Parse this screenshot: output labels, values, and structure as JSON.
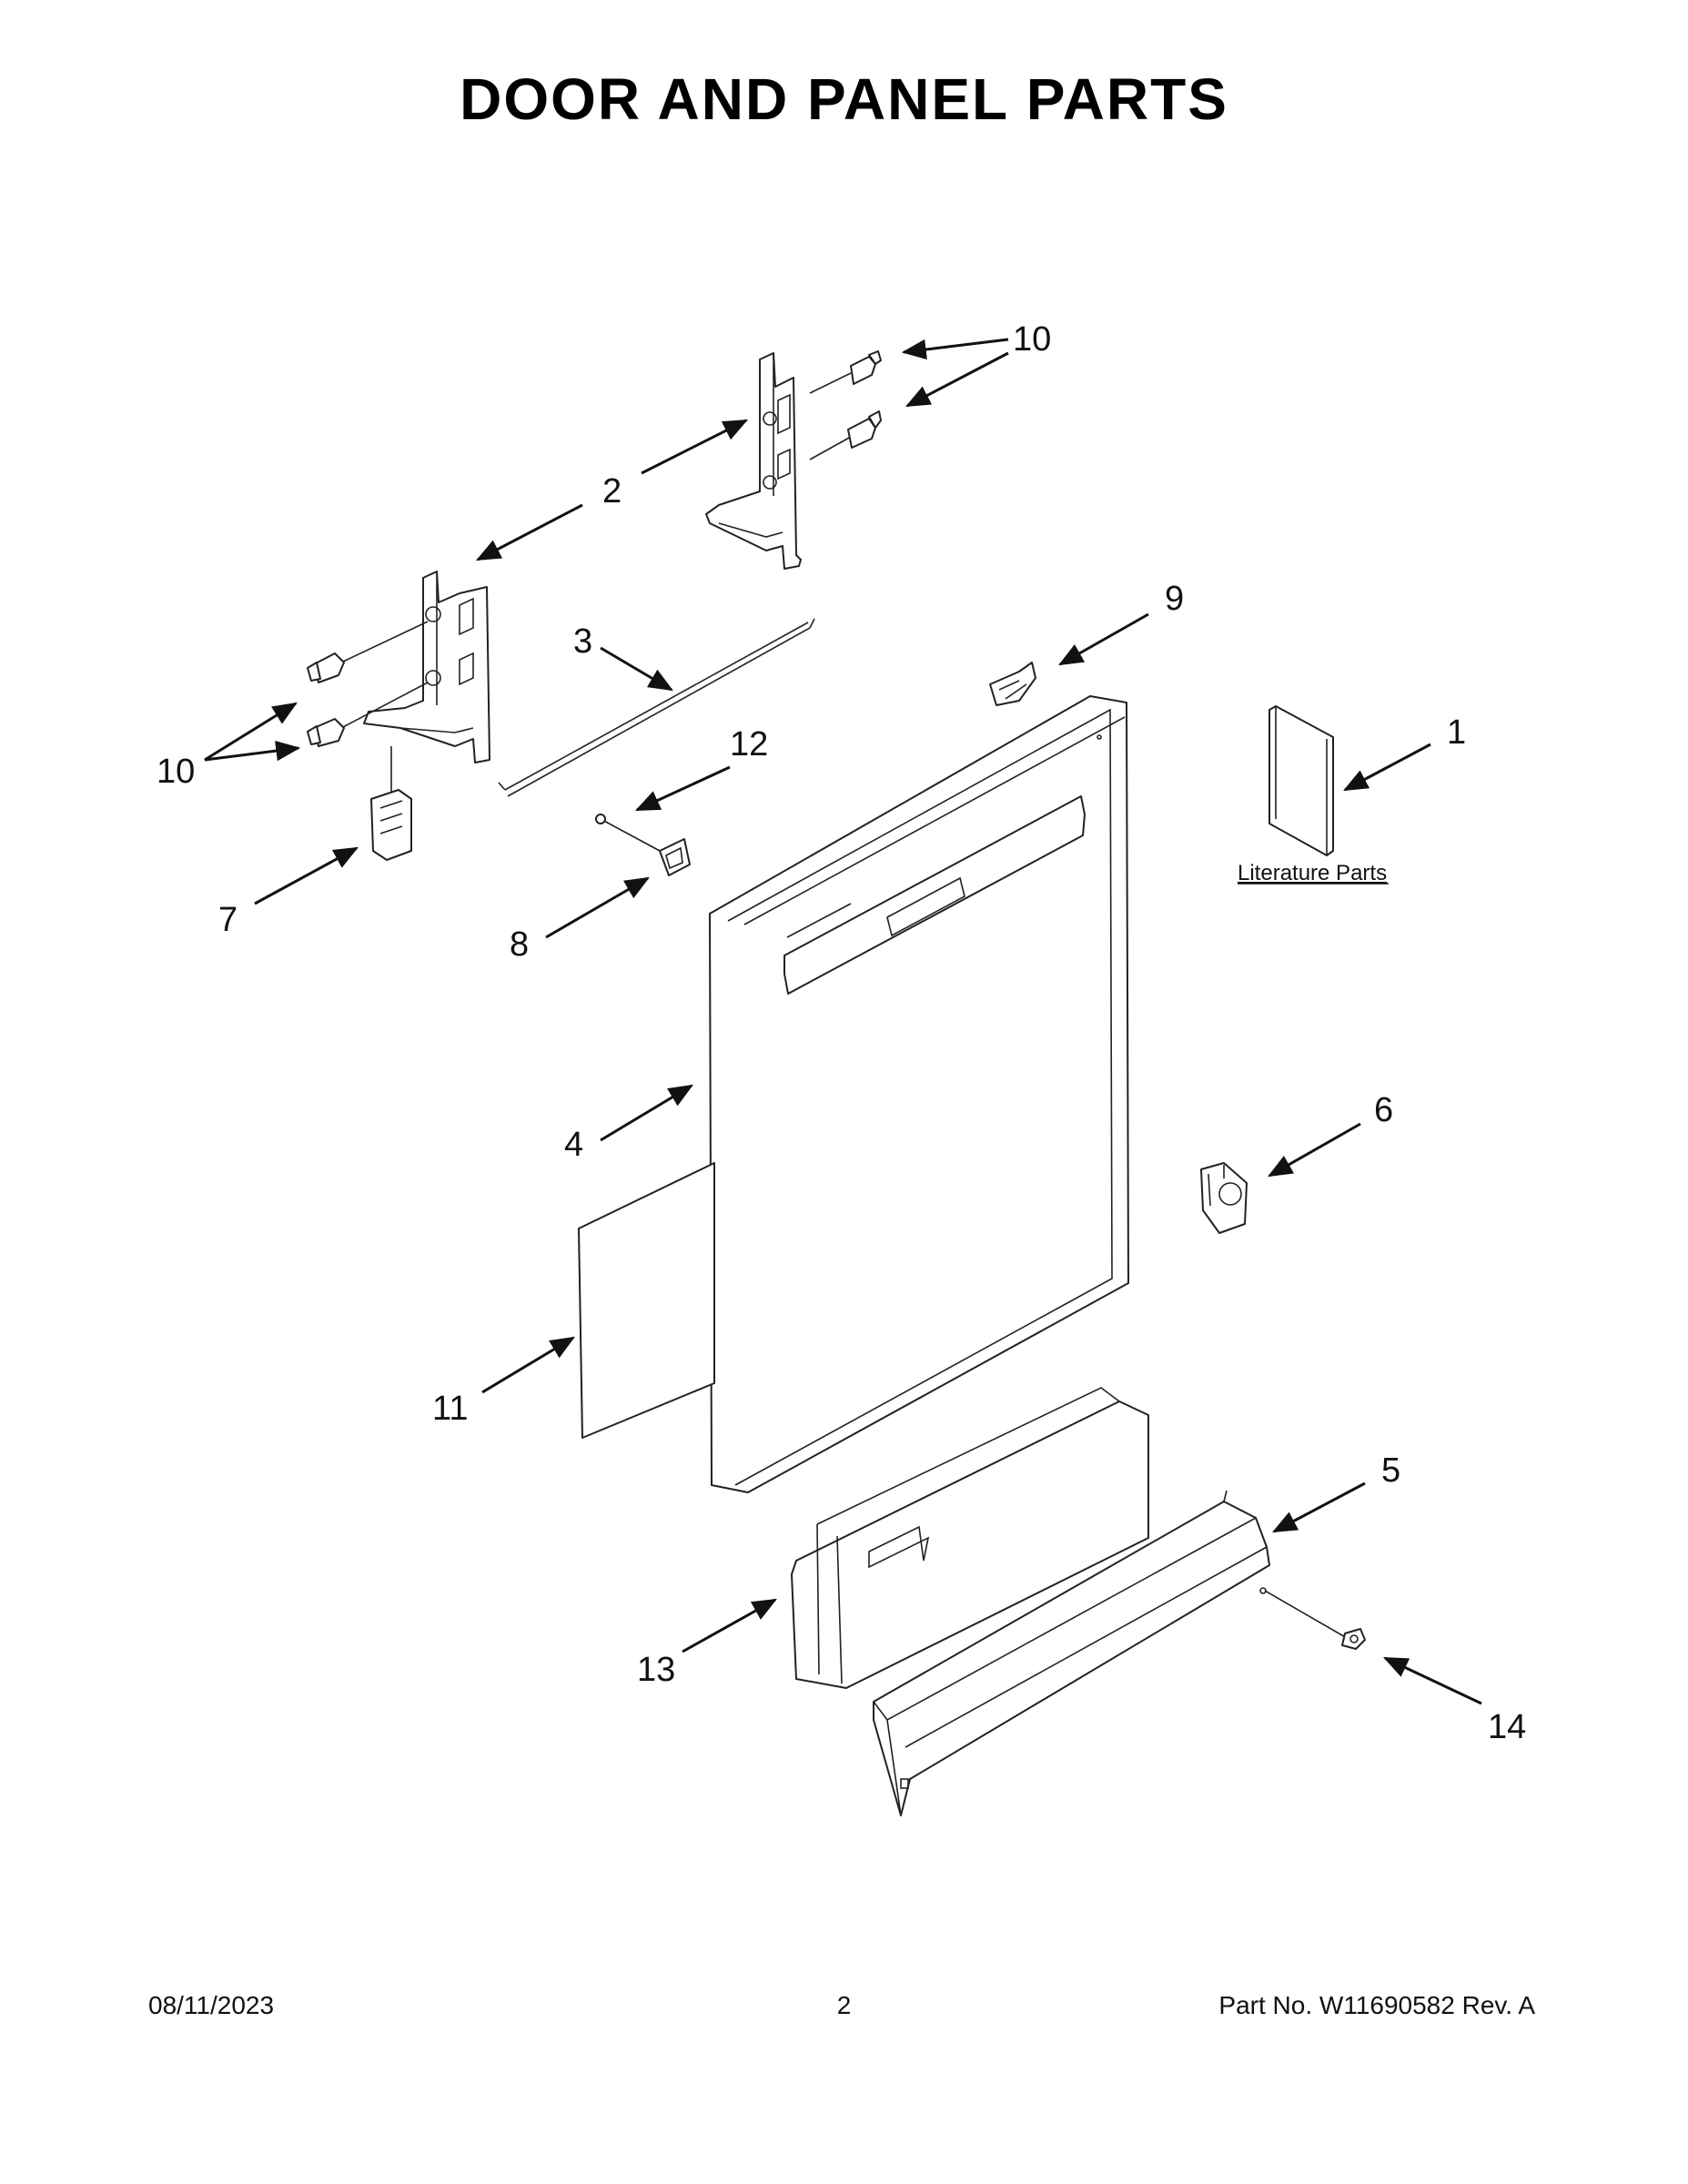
{
  "header": {
    "title": "DOOR AND PANEL PARTS"
  },
  "callouts": [
    {
      "id": "c1",
      "label": "1"
    },
    {
      "id": "c2",
      "label": "2"
    },
    {
      "id": "c3",
      "label": "3"
    },
    {
      "id": "c4",
      "label": "4"
    },
    {
      "id": "c5",
      "label": "5"
    },
    {
      "id": "c6",
      "label": "6"
    },
    {
      "id": "c7",
      "label": "7"
    },
    {
      "id": "c8",
      "label": "8"
    },
    {
      "id": "c9",
      "label": "9"
    },
    {
      "id": "c10a",
      "label": "10"
    },
    {
      "id": "c10b",
      "label": "10"
    },
    {
      "id": "c11",
      "label": "11"
    },
    {
      "id": "c12",
      "label": "12"
    },
    {
      "id": "c13",
      "label": "13"
    },
    {
      "id": "c14",
      "label": "14"
    }
  ],
  "literature": {
    "label": "Literature Parts"
  },
  "footer": {
    "date": "08/11/2023",
    "page": "2",
    "part_no": "Part No.  W11690582  Rev.  A"
  }
}
